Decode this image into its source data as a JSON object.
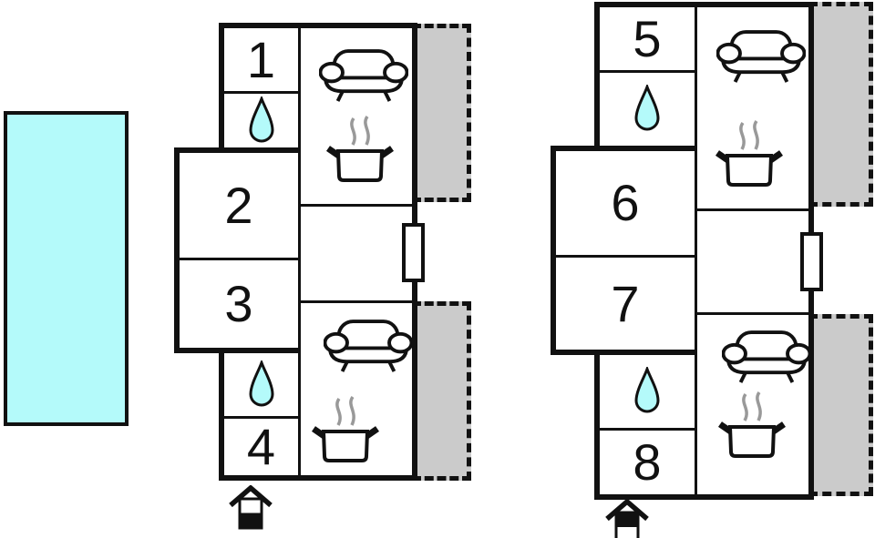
{
  "colors": {
    "background": "#FFFFFF",
    "wall": "#111111",
    "pool": "#B4FAFA",
    "water": "#B4FAFA",
    "terrace": "#CBCBCB",
    "steam": "#999999"
  },
  "units": [
    {
      "rooms": [
        "1",
        "2",
        "3",
        "4"
      ]
    },
    {
      "rooms": [
        "5",
        "6",
        "7",
        "8"
      ]
    }
  ],
  "icons": {
    "pool": "swimming-pool",
    "water_drop": "water-drop",
    "sofa": "sofa",
    "cooking_pot": "cooking-pot-with-steam",
    "window": "window",
    "entrance": "entrance-house-marker"
  }
}
